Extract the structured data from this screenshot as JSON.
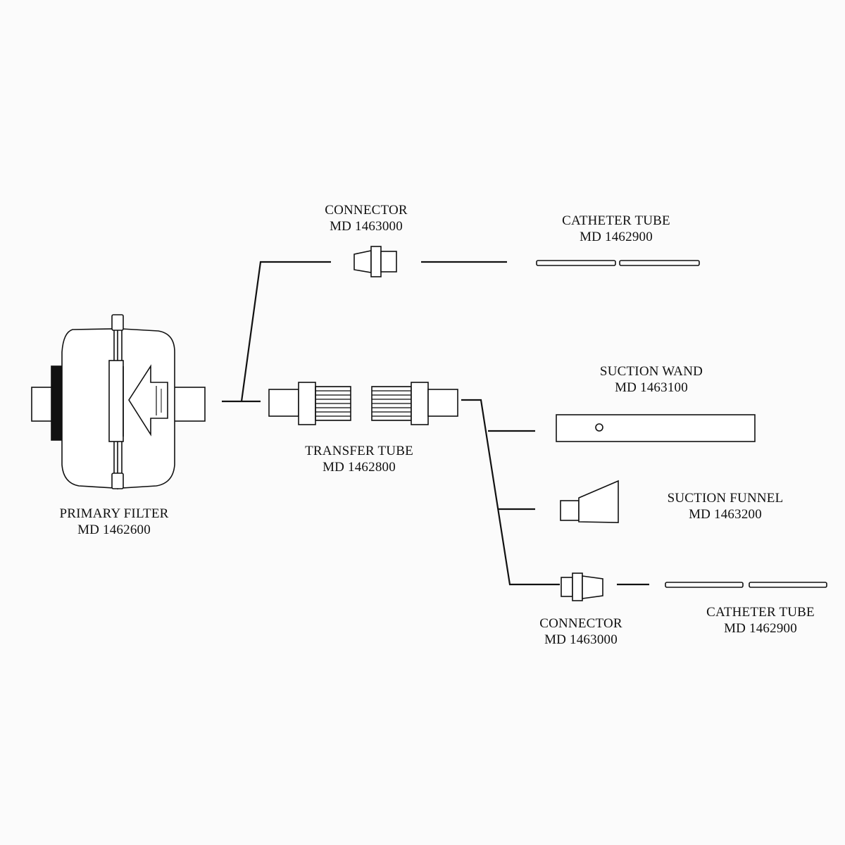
{
  "diagram": {
    "parts": {
      "primary_filter": {
        "name": "PRIMARY FILTER",
        "part_no": "MD 1462600"
      },
      "connector_top": {
        "name": "CONNECTOR",
        "part_no": "MD 1463000"
      },
      "catheter_tube_top": {
        "name": "CATHETER TUBE",
        "part_no": "MD 1462900"
      },
      "transfer_tube": {
        "name": "TRANSFER TUBE",
        "part_no": "MD 1462800"
      },
      "suction_wand": {
        "name": "SUCTION WAND",
        "part_no": "MD 1463100"
      },
      "suction_funnel": {
        "name": "SUCTION FUNNEL",
        "part_no": "MD 1463200"
      },
      "connector_bottom": {
        "name": "CONNECTOR",
        "part_no": "MD 1463000"
      },
      "catheter_tube_bottom": {
        "name": "CATHETER TUBE",
        "part_no": "MD 1462900"
      }
    },
    "colors": {
      "line": "#111111",
      "fill": "#ffffff",
      "background": "#fbfbfb"
    }
  }
}
